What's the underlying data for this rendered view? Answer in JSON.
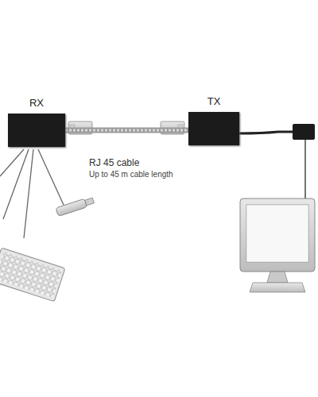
{
  "diagram": {
    "nodes": [
      {
        "text": [
          "RX"
        ]
      },
      {
        "text": [
          "TX"
        ]
      }
    ],
    "edges": [
      {
        "from": 0,
        "to": 1,
        "arrow": "none",
        "label": "RJ 45 cable"
      }
    ],
    "labels": [
      "Up to 45 m cable length"
    ]
  }
}
